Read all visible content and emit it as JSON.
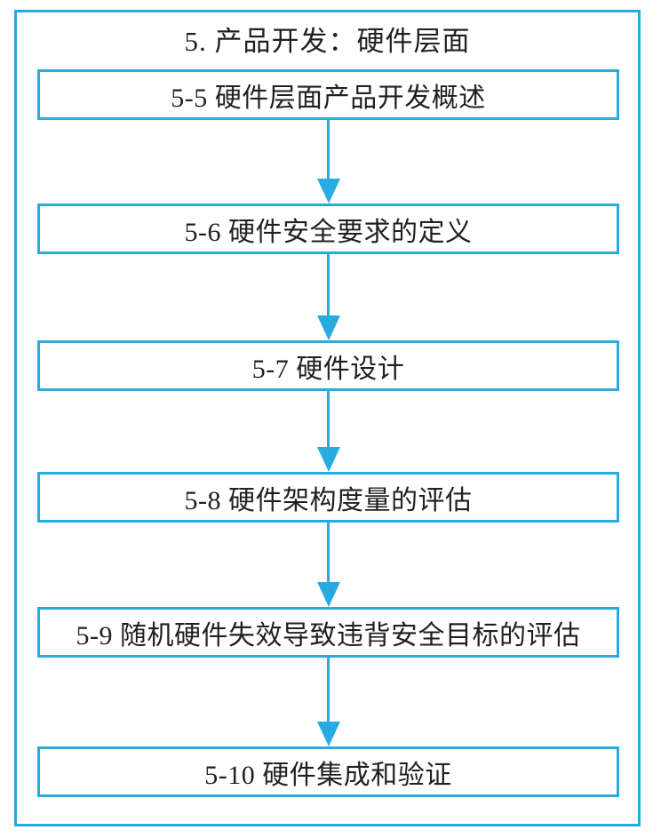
{
  "colors": {
    "accent": "#29ABE2",
    "ink": "#231F20"
  },
  "diagram": {
    "title": "5. 产品开发：硬件层面",
    "nodes": [
      {
        "id": "5-5",
        "label": "5-5 硬件层面产品开发概述"
      },
      {
        "id": "5-6",
        "label": "5-6 硬件安全要求的定义"
      },
      {
        "id": "5-7",
        "label": "5-7 硬件设计"
      },
      {
        "id": "5-8",
        "label": "5-8 硬件架构度量的评估"
      },
      {
        "id": "5-9",
        "label": "5-9 随机硬件失效导致违背安全目标的评估"
      },
      {
        "id": "5-10",
        "label": "5-10 硬件集成和验证"
      }
    ]
  }
}
